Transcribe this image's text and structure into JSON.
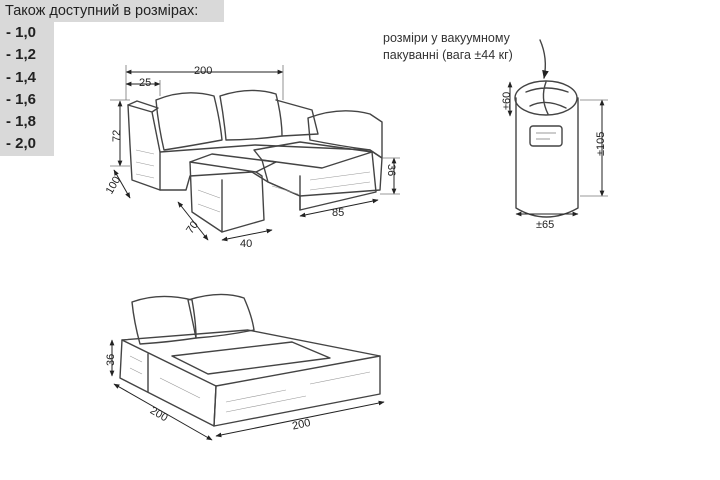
{
  "sizes": {
    "title": "Також доступний в розмірах:",
    "items": [
      "- 1,0",
      "- 1,2",
      "- 1,4",
      "- 1,6",
      "- 1,8",
      "- 2,0"
    ]
  },
  "vacuum_note": {
    "line1": "розміри у вакуумному",
    "line2": "пакуванні (вага ±44 кг)"
  },
  "sofa_dims": {
    "width": "200",
    "arm": "25",
    "height": "72",
    "depth": "100",
    "ottoman_depth": "70",
    "ottoman_width": "40",
    "seat_height": "36",
    "chaise_width": "85"
  },
  "package_dims": {
    "top": "±60",
    "height": "±105",
    "diameter": "±65"
  },
  "bed_dims": {
    "height": "36",
    "width": "200",
    "length": "200"
  }
}
